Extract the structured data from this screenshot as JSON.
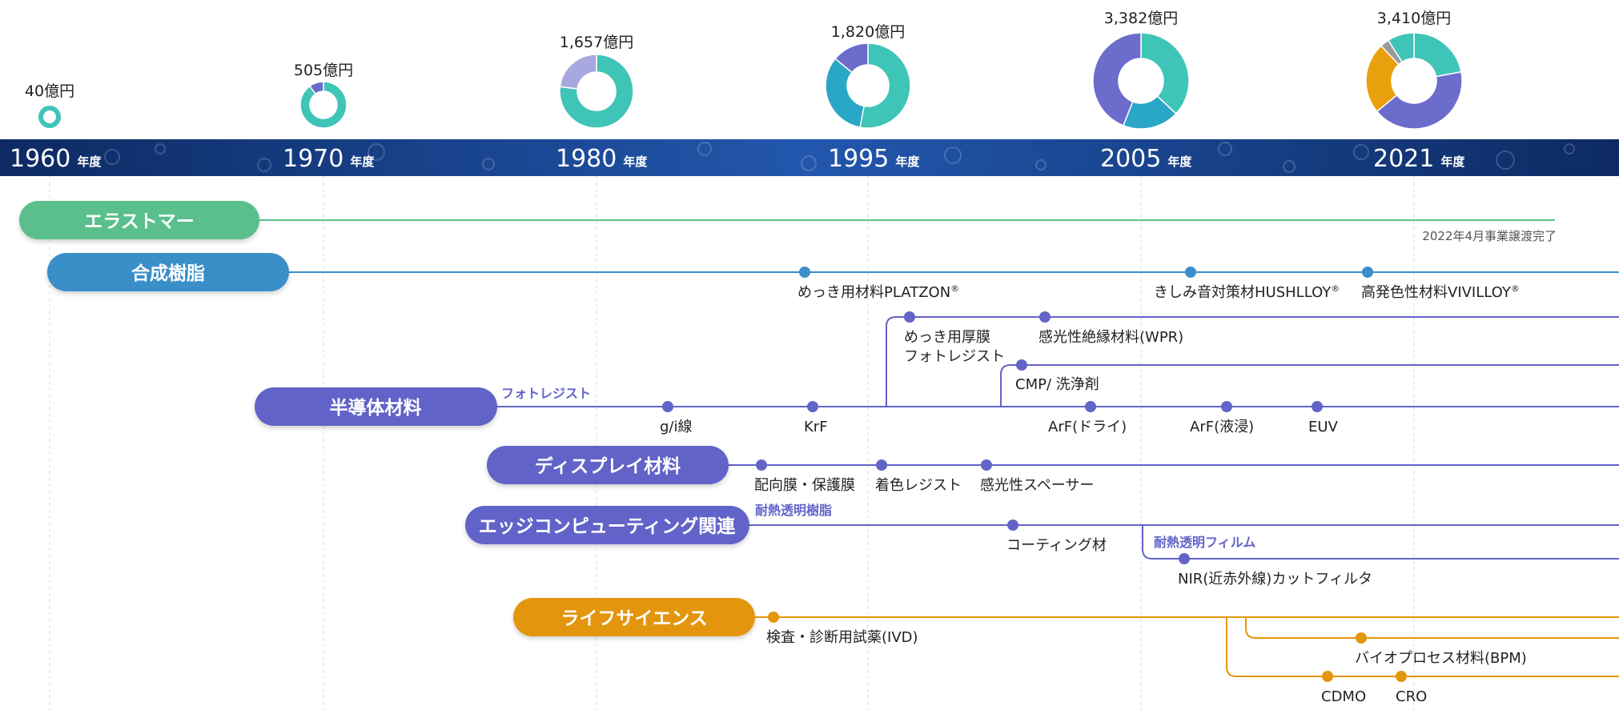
{
  "years": [
    {
      "label": "1960",
      "unit": "年度",
      "revenue": "40億円",
      "shares": [
        1
      ],
      "ring": "small"
    },
    {
      "label": "1970",
      "unit": "年度",
      "revenue": "505億円",
      "shares": [
        0.9,
        0.1
      ]
    },
    {
      "label": "1980",
      "unit": "年度",
      "revenue": "1,657億円",
      "shares": [
        0.77,
        0.23
      ]
    },
    {
      "label": "1995",
      "unit": "年度",
      "revenue": "1,820億円",
      "shares": [
        0.53,
        0.33,
        0.14
      ]
    },
    {
      "label": "2005",
      "unit": "年度",
      "revenue": "3,382億円",
      "shares": [
        0.37,
        0.19,
        0.44
      ]
    },
    {
      "label": "2021",
      "unit": "年度",
      "revenue": "3,410億円",
      "shares": [
        0.22,
        0.42,
        0.24,
        0.03,
        0.09
      ]
    }
  ],
  "donut_colors": [
    "#3fc4b8",
    "#2aa7c6",
    "#6b6ccc",
    "#e8a00c",
    "#9a9a9a",
    "#a8a8e0"
  ],
  "bar_colors": {
    "bg_dark": "#0d2a63",
    "bg_light": "#2257ad"
  },
  "line_colors": {
    "elastomer": "#5abf8c",
    "resin": "#3b8fc8",
    "semi": "#6264c8",
    "life": "#e3960c"
  },
  "businesses": {
    "elastomer": {
      "label": "エラストマー",
      "note": "2022年4月事業譲渡完了"
    },
    "resin": {
      "label": "合成樹脂",
      "items": [
        "めっき用材料PLATZON",
        "きしみ音対策材HUSHLLOY",
        "高発色性材料VIVILLOY"
      ],
      "reg": "®"
    },
    "semi": {
      "label": "半導体材料",
      "tag": "フォトレジスト",
      "items": [
        "g/i線",
        "KrF",
        "ArF(ドライ)",
        "ArF(液浸)",
        "EUV"
      ],
      "branch_items": [
        "めっき用厚膜",
        "フォトレジスト",
        "感光性絶縁材料(WPR)",
        "CMP/ 洗浄剤"
      ]
    },
    "display": {
      "label": "ディスプレイ材料",
      "items": [
        "配向膜・保護膜",
        "着色レジスト",
        "感光性スペーサー"
      ]
    },
    "edge": {
      "label": "エッジコンピューティング関連",
      "tag": "耐熱透明樹脂",
      "items": [
        "コーティング材",
        "NIR(近赤外線)カットフィルタ"
      ],
      "tag2": "耐熱透明フィルム"
    },
    "life": {
      "label": "ライフサイエンス",
      "items": [
        "検査・診断用試薬(IVD)",
        "バイオプロセス材料(BPM)",
        "CDMO",
        "CRO"
      ]
    }
  }
}
